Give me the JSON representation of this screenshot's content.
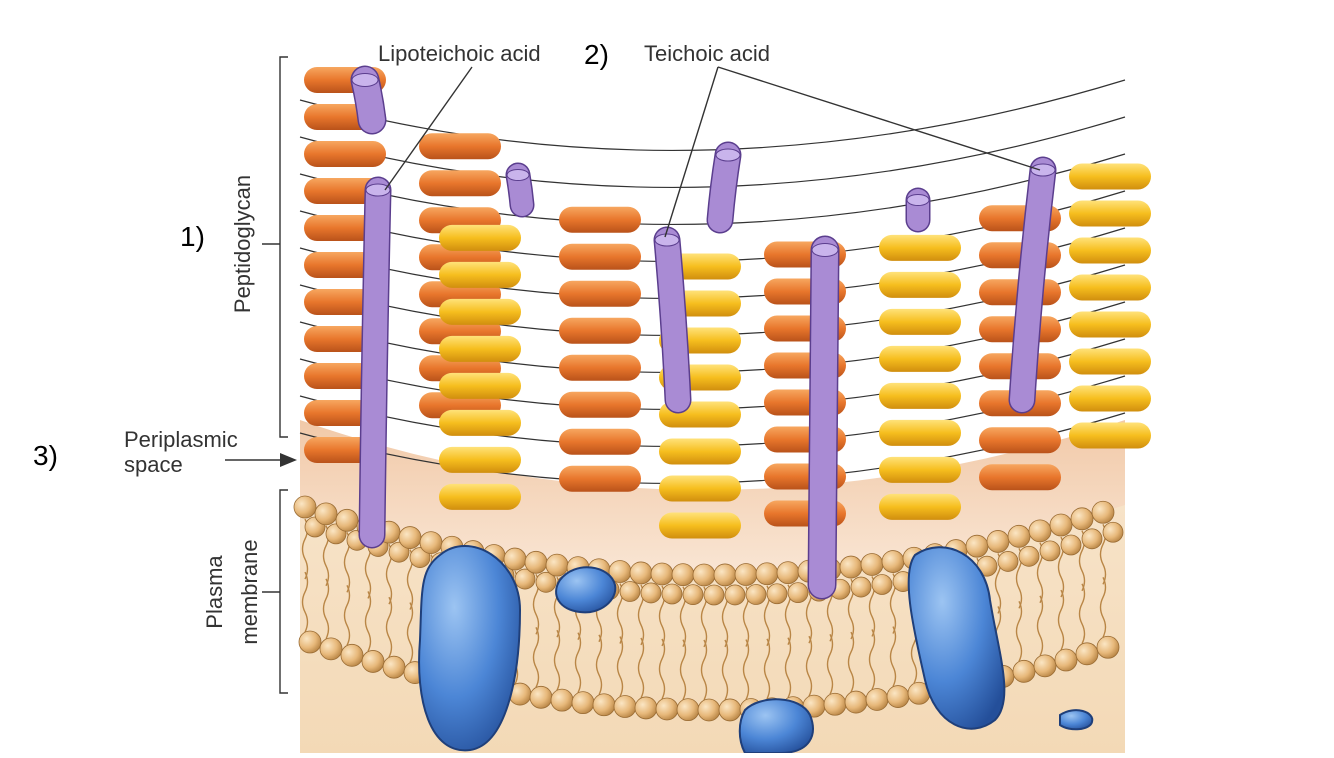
{
  "markers": {
    "one": "1)",
    "two": "2)",
    "three": "3)"
  },
  "labels": {
    "lipoteichoic_acid": "Lipoteichoic acid",
    "teichoic_acid": "Teichoic acid",
    "peptidoglycan": "Peptidoglycan",
    "periplasmic_space_line1": "Periplasmic",
    "periplasmic_space_line2": "space",
    "plasma_membrane_line1": "Plasma",
    "plasma_membrane_line2": "membrane"
  },
  "colors": {
    "orange_unit": "#E8762C",
    "yellow_unit": "#F6BE1E",
    "teichoic_rod": "#A98BD4",
    "membrane_head": "#E7B87A",
    "protein": "#4C86D6",
    "periplasm": "#F4D6BE",
    "leader_line": "#333333"
  }
}
